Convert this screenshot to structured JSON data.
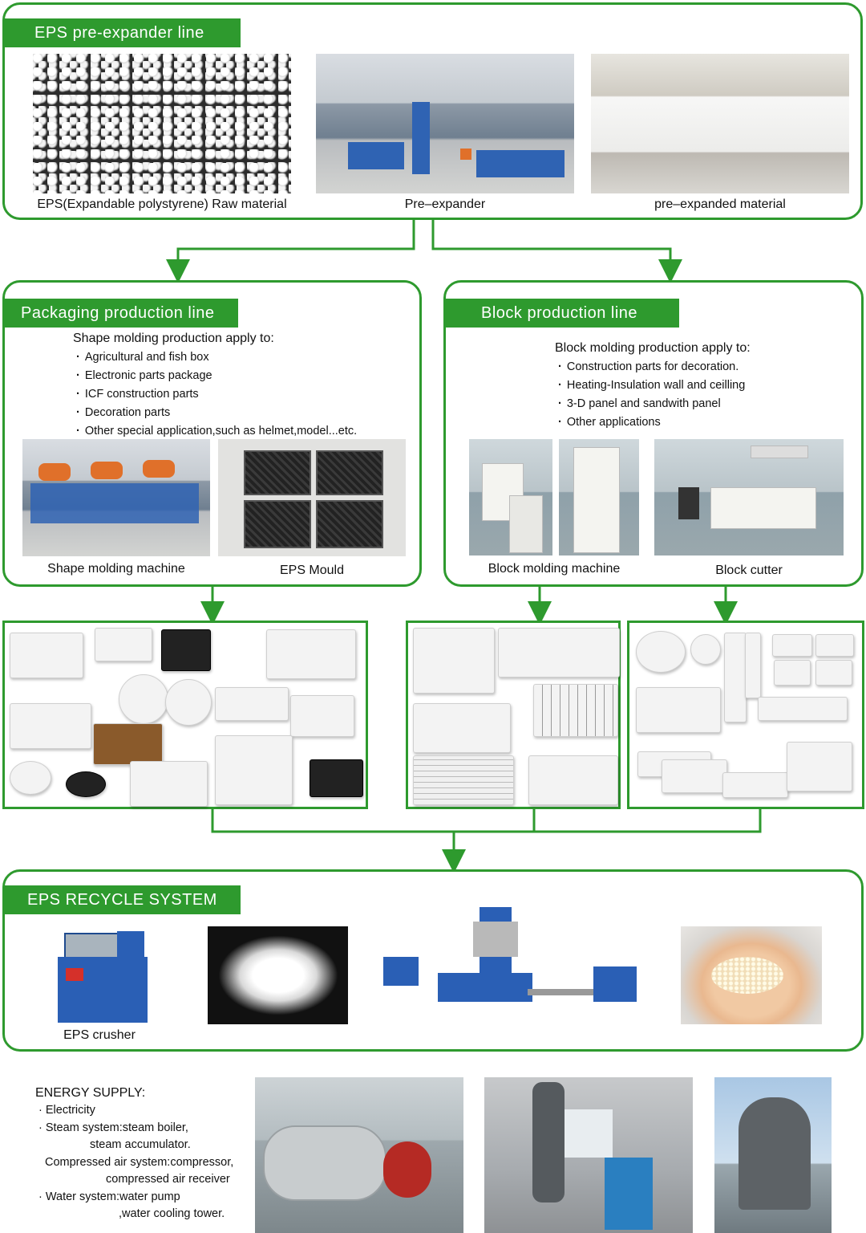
{
  "pre_expander": {
    "title": "EPS pre-expander line",
    "captions": [
      "EPS(Expandable polystyrene) Raw material",
      "Pre–expander",
      "pre–expanded material"
    ]
  },
  "packaging": {
    "title": "Packaging production line",
    "apply_header": "Shape molding production apply to:",
    "items": [
      "Agricultural and fish box",
      "Electronic parts package",
      "ICF construction parts",
      "Decoration parts",
      "Other special application,such as helmet,model...etc."
    ],
    "captions": [
      "Shape molding machine",
      "EPS Mould"
    ]
  },
  "block": {
    "title": "Block production line",
    "apply_header": "Block molding production apply to:",
    "items": [
      "Construction parts for decoration.",
      "Heating-Insulation wall and ceilling",
      "3-D panel and sandwith panel",
      "Other applications"
    ],
    "captions": [
      "Block molding machine",
      "Block cutter"
    ]
  },
  "recycle": {
    "title": "EPS RECYCLE SYSTEM",
    "captions": [
      "EPS crusher"
    ]
  },
  "energy": {
    "header": "ENERGY SUPPLY:",
    "lines": [
      "Electricity",
      "Steam system:steam boiler,",
      "steam accumulator.",
      "Compressed air system:compressor,",
      "compressed air receiver",
      "Water system:water pump",
      ",water cooling tower."
    ]
  },
  "colors": {
    "accent": "#2e9a2e",
    "tab_text": "#ffffff"
  }
}
